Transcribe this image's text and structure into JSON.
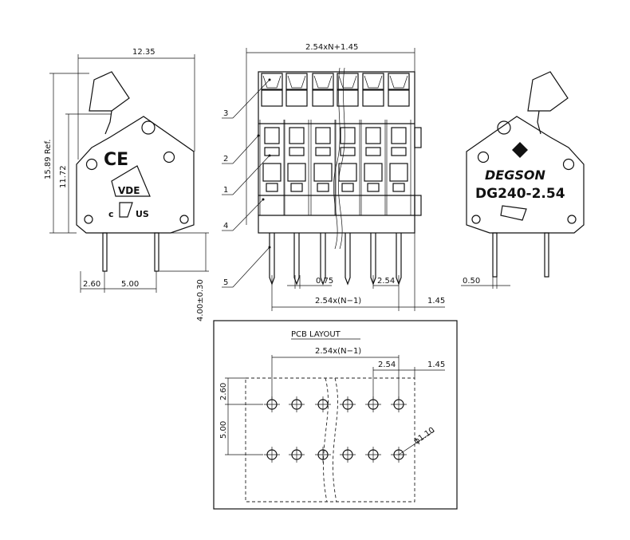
{
  "side_view_left": {
    "width": "12.35",
    "height_ref": "15.89 Ref.",
    "height": "11.72",
    "pin_offset": "2.60",
    "pin_pitch": "5.00",
    "pin_length": "4.00±0.30",
    "ce_mark": "CE",
    "vde_mark": "VDE",
    "ul_c": "c",
    "ul_us": "US"
  },
  "front_view": {
    "total_width": "2.54xN+1.45",
    "pin_width": "0.75",
    "pitch": "2.54",
    "span": "2.54x(N−1)",
    "edge": "1.45",
    "callouts": [
      "3",
      "2",
      "1",
      "4",
      "5"
    ]
  },
  "side_view_right": {
    "brand": "DEGSON",
    "model": "DG240-2.54",
    "pin_thickness": "0.50"
  },
  "pcb_layout": {
    "title": "PCB LAYOUT",
    "span": "2.54x(N−1)",
    "pitch": "2.54",
    "edge": "1.45",
    "row_offset": "2.60",
    "row_pitch": "5.00",
    "hole_dia": "ϕ1.10"
  }
}
